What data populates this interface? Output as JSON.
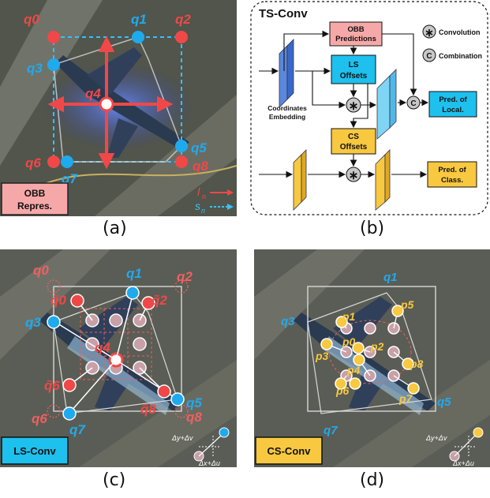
{
  "captions": {
    "a": "(a)",
    "b": "(b)",
    "c": "(c)",
    "d": "(d)"
  },
  "colors": {
    "red": "#f04848",
    "blue": "#20aaee",
    "yellow": "#f8c840",
    "aerial_bg": "#4a4f45",
    "lightblue_box": "#1ec0ee",
    "pink_box": "#f6a8a8"
  },
  "panel_a": {
    "points": {
      "q0": "q0",
      "q1": "q1",
      "q2": "q2",
      "q3": "q3",
      "q4": "q4",
      "q5": "q5",
      "q6": "q6",
      "q7": "q7",
      "q8": "q8"
    },
    "box_label_line1": "OBB",
    "box_label_line2": "Repres.",
    "legend_l": "l",
    "legend_l_sub": "n",
    "legend_s": "s",
    "legend_s_sub": "n"
  },
  "panel_b": {
    "title": "TS-Conv",
    "obb_predictions": [
      "OBB",
      "Predictions"
    ],
    "ls_offsets": [
      "LS",
      "Offsets"
    ],
    "cs_offsets": [
      "CS",
      "Offsets"
    ],
    "coord_embedding": [
      "Coordinates",
      "Embedding"
    ],
    "pred_local": [
      "Pred. of",
      "Local."
    ],
    "pred_class": [
      "Pred. of",
      "Class."
    ],
    "legend_convolution": "Convolution",
    "legend_combination": "Combination",
    "conv_symbol": "∗",
    "comb_symbol": "C"
  },
  "panel_c": {
    "label": "LS-Conv",
    "q_labels": {
      "q0": "q0",
      "q1": "q1",
      "q2": "q2",
      "q3": "q3",
      "q4": "q4",
      "q5": "q5",
      "q6": "q6",
      "q7": "q7",
      "q8": "q8"
    },
    "qt_labels": {
      "qt0": "q̃0",
      "qt2": "q̃2",
      "qt6": "q̃6",
      "qt8": "q̃8"
    },
    "delta_y": "Δy+Δv",
    "delta_x": "Δx+Δu"
  },
  "panel_d": {
    "label": "CS-Conv",
    "q_labels": {
      "q1": "q1",
      "q3": "q3",
      "q5": "q5",
      "q7": "q7"
    },
    "p_labels": [
      "p1",
      "p2",
      "p3",
      "p4",
      "p5",
      "p6",
      "p7",
      "p8",
      "p0"
    ],
    "delta_y": "Δy+Δv",
    "delta_x": "Δx+Δu"
  }
}
